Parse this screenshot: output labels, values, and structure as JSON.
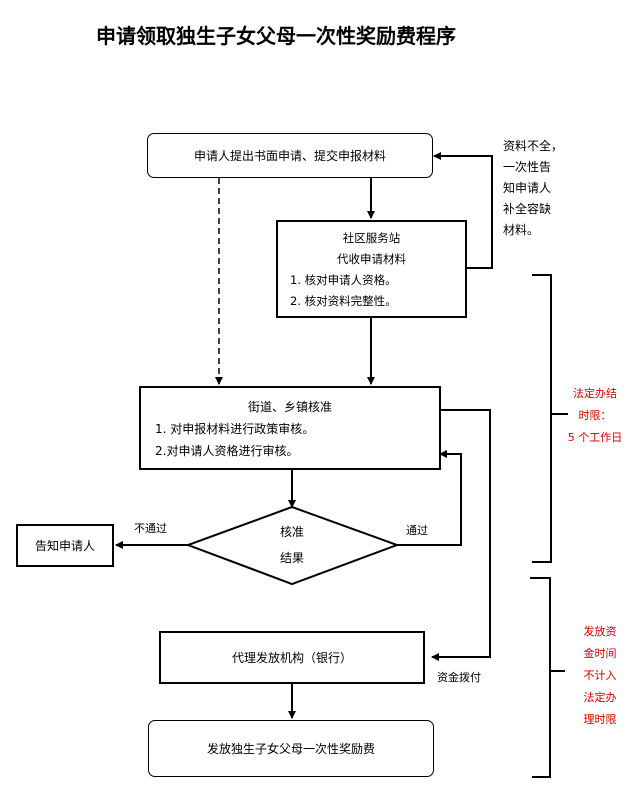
{
  "title": "申请领取独生子女父母一次性奖励费程序",
  "nodes": {
    "apply": {
      "text": "申请人提出书面申请、提交申报材料"
    },
    "community": {
      "line1": "社区服务站",
      "line2": "代收申请材料",
      "line3": "1. 核对申请人资格。",
      "line4": "2. 核对资料完整性。"
    },
    "street": {
      "line1": "街道、乡镇核准",
      "line2": "1. 对申报材料进行政策审核。",
      "line3": "2.对申请人资格进行审核。"
    },
    "decision": {
      "line1": "核准",
      "line2": "结果"
    },
    "notify": {
      "text": "告知申请人"
    },
    "bank": {
      "text": "代理发放机构（银行）"
    },
    "payout": {
      "text": "发放独生子女父母一次性奖励费"
    }
  },
  "edge_labels": {
    "reject": "不通过",
    "pass": "通过",
    "funding": "资金拨付"
  },
  "notes": {
    "incomplete": [
      "资料不全，",
      "一次性告",
      "知申请人",
      "补全容缺",
      "材料。"
    ],
    "deadline": [
      "法定办结",
      "时限：",
      "5 个工作日"
    ],
    "excluded": [
      "发放资",
      "金时间",
      "不计入",
      "法定办",
      "理时限"
    ]
  },
  "colors": {
    "note_red": "#cc0000",
    "stroke": "#000000"
  }
}
